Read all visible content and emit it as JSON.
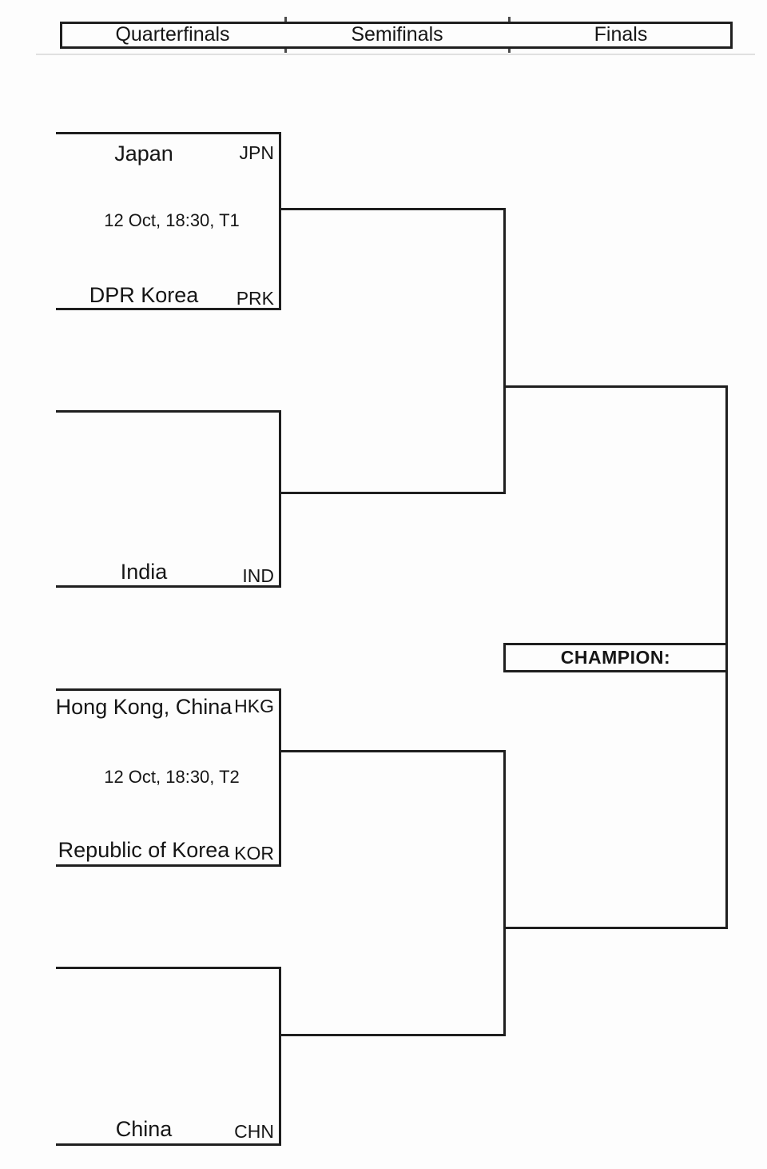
{
  "colors": {
    "line": "#1f1f1f",
    "text": "#161616",
    "background": "#fdfdfd"
  },
  "header": {
    "columns": [
      "Quarterfinals",
      "Semifinals",
      "Finals"
    ]
  },
  "matches": [
    {
      "top_team": "Japan",
      "top_code": "JPN",
      "schedule": "12 Oct, 18:30, T1",
      "bottom_team": "DPR Korea",
      "bottom_code": "PRK"
    },
    {
      "top_team": "",
      "top_code": "",
      "schedule": "",
      "bottom_team": "India",
      "bottom_code": "IND"
    },
    {
      "top_team": "Hong Kong, China",
      "top_code": "HKG",
      "schedule": "12 Oct, 18:30, T2",
      "bottom_team": "Republic of Korea",
      "bottom_code": "KOR"
    },
    {
      "top_team": "",
      "top_code": "",
      "schedule": "",
      "bottom_team": "China",
      "bottom_code": "CHN"
    }
  ],
  "final": {
    "champion_label": "CHAMPION:"
  }
}
